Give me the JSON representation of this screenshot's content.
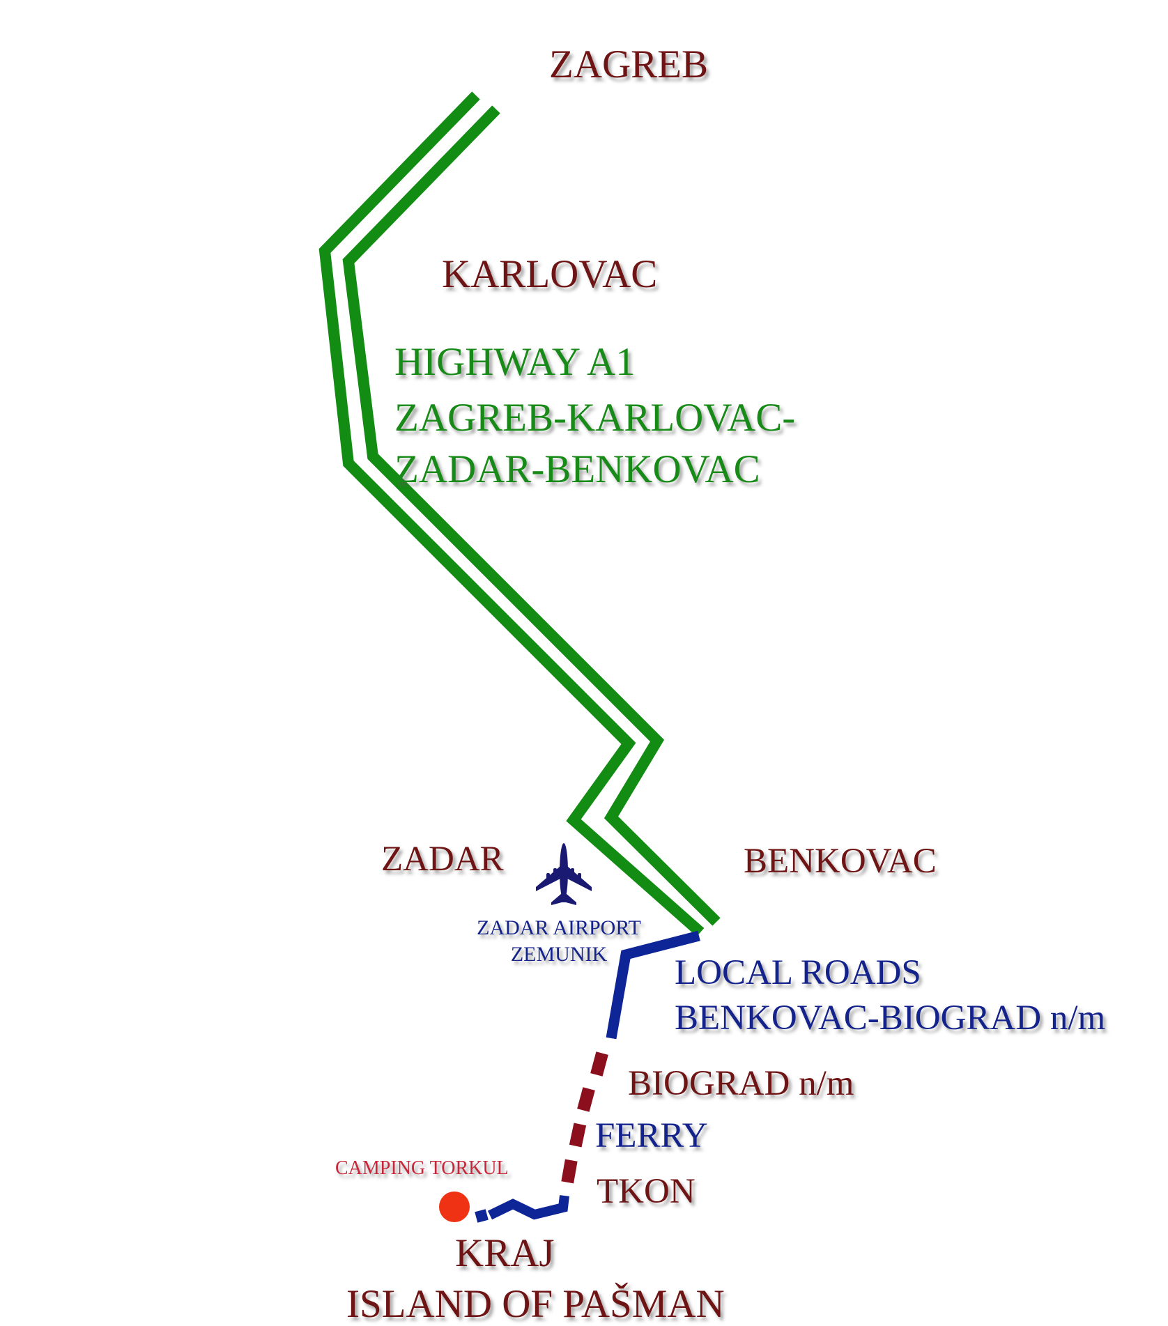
{
  "map": {
    "cities": {
      "zagreb": "ZAGREB",
      "karlovac": "KARLOVAC",
      "zadar": "ZADAR",
      "benkovac": "BENKOVAC",
      "biograd": "BIOGRAD n/m",
      "tkon": "TKON",
      "kraj": "KRAJ",
      "island": "ISLAND OF PAŠMAN"
    },
    "highway": {
      "line1": "HIGHWAY A1",
      "line2": "ZAGREB-KARLOVAC-",
      "line3": "ZADAR-BENKOVAC"
    },
    "airport": {
      "line1": "ZADAR AIRPORT",
      "line2": "ZEMUNIK",
      "icon": "airplane-icon"
    },
    "local_roads": {
      "line1": "LOCAL ROADS",
      "line2": "BENKOVAC-BIOGRAD n/m"
    },
    "ferry": "FERRY",
    "camping": "CAMPING TORKUL",
    "colors": {
      "highway": "#128c12",
      "local_road": "#0d2596",
      "ferry_route": "#8c0f1e",
      "city_text": "#6e1414",
      "highway_text": "#178a17",
      "blue_text": "#14238c",
      "camping_text": "#c8263a",
      "camping_marker": "#f03214",
      "airplane": "#1a1a72"
    }
  }
}
